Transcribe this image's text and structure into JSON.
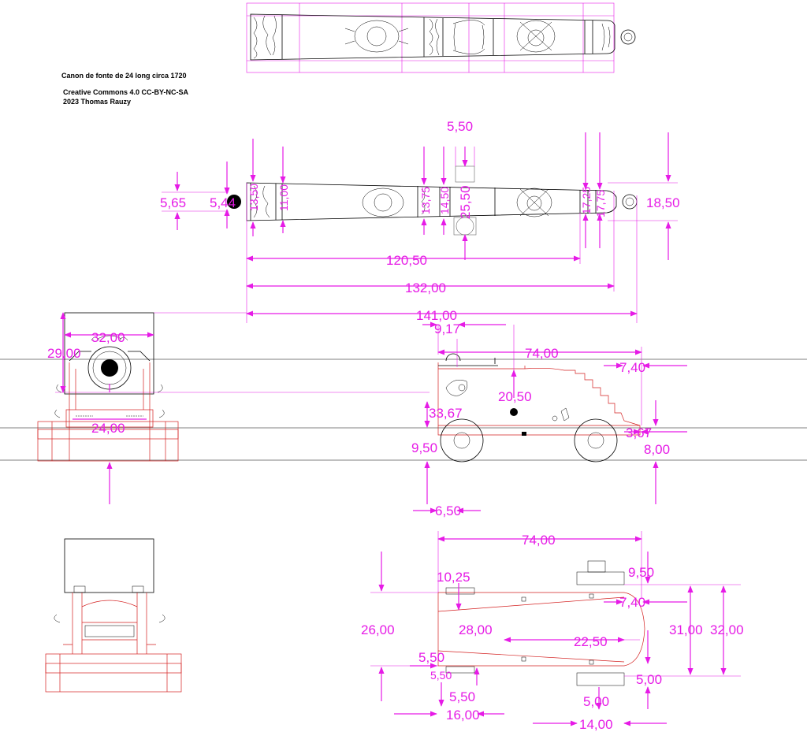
{
  "header": {
    "title": "Canon de fonte de 24 long circa 1720",
    "license": "Creative Commons 4.0 CC-BY-NC-SA",
    "author": "2023  Thomas Rauzy"
  },
  "colors": {
    "dimension": "#e61be6",
    "outline": "#000000",
    "carriage": "#d42020",
    "background": "#ffffff"
  },
  "dims": {
    "barrel_side": {
      "d1": "5,50",
      "d2": "5,65",
      "d3": "5,44",
      "d4": "13,50",
      "d5": "11,00",
      "d6": "13,75",
      "d7": "14,50",
      "d8": "25,50",
      "d9": "17,25",
      "d10": "17,75",
      "d11": "18,50",
      "d12": "120,50",
      "d13": "132,00",
      "d14": "141,00"
    },
    "front": {
      "f1": "32,00",
      "f2": "29,00",
      "f3": "24,00"
    },
    "carriage_side": {
      "c1": "9,17",
      "c2": "74,00",
      "c3": "7,40",
      "c4": "20,50",
      "c5": "33,67",
      "c6": "3,67",
      "c7": "9,50",
      "c8": "8,00",
      "c9": "6,50"
    },
    "carriage_plan": {
      "p1": "74,00",
      "p2": "10,25",
      "p3": "9,50",
      "p4": "7,40",
      "p5": "26,00",
      "p6": "28,00",
      "p7": "31,00",
      "p8": "32,00",
      "p9": "22,50",
      "p10": "5,50",
      "p11": "5,50",
      "p12": "5,00",
      "p13": "5,50",
      "p14": "5,00",
      "p15": "16,00",
      "p16": "14,00"
    }
  }
}
